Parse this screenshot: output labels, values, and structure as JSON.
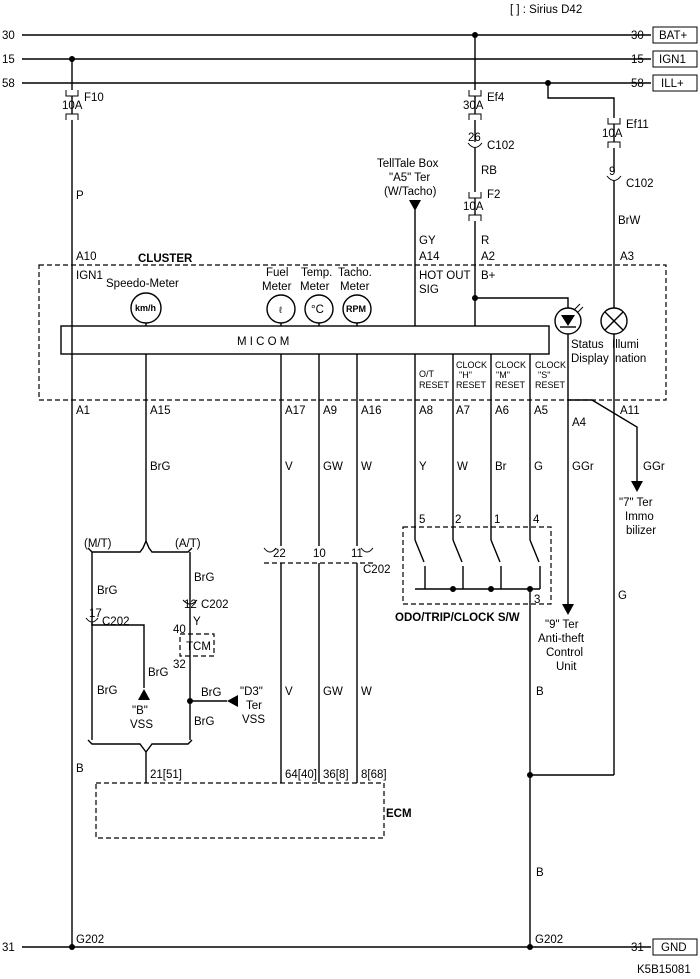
{
  "header": {
    "legend": "[ ] : Sirius D42"
  },
  "rails": [
    {
      "num_left": "30",
      "num_right": "30",
      "label": "BAT+"
    },
    {
      "num_left": "15",
      "num_right": "15",
      "label": "IGN1"
    },
    {
      "num_left": "58",
      "num_right": "58",
      "label": "ILL+"
    },
    {
      "num_left": "31",
      "num_right": "31",
      "label": "GND"
    }
  ],
  "fuses": {
    "f10": {
      "name": "F10",
      "rating": "10A"
    },
    "ef4": {
      "name": "Ef4",
      "rating": "30A"
    },
    "f2": {
      "name": "F2",
      "rating": "10A"
    },
    "ef11": {
      "name": "Ef11",
      "rating": "10A"
    }
  },
  "connectors": {
    "c102a": {
      "pin": "26",
      "name": "C102"
    },
    "c102b": {
      "pin": "9",
      "name": "C102"
    },
    "c202_vss": {
      "pin": "17",
      "name": "C202"
    },
    "c202_tcm": {
      "pin": "12",
      "name": "C202"
    },
    "c202_main": {
      "name": "C202",
      "pins": [
        "22",
        "10",
        "11"
      ]
    }
  },
  "wires": {
    "p": "P",
    "rb": "RB",
    "r": "R",
    "brw": "BrW",
    "gy": "GY",
    "brg": "BrG",
    "v": "V",
    "gw": "GW",
    "w": "W",
    "y": "Y",
    "br": "Br",
    "g": "G",
    "ggr": "GGr",
    "b": "B"
  },
  "telltale": {
    "line1": "TellTale Box",
    "line2": "\"A5\" Ter",
    "line3": "(W/Tacho)"
  },
  "cluster": {
    "title": "CLUSTER",
    "micom": "M I C O M",
    "pins_top": {
      "a10": "A10",
      "a14": "A14",
      "a2": "A2",
      "a3": "A3"
    },
    "ign1": "IGN1",
    "hot_out": "HOT OUT",
    "sig": "SIG",
    "bplus": "B+",
    "speedo": "Speedo-Meter",
    "speedo_unit": "km/h",
    "fuel1": "Fuel",
    "fuel2": "Meter",
    "temp1": "Temp.",
    "temp2": "Meter",
    "tacho1": "Tacho.",
    "tacho2": "Meter",
    "temp_unit": "°C",
    "rpm_unit": "RPM",
    "status1": "Status",
    "status2": "Display",
    "illum1": "Illumi",
    "illum2": "nation",
    "reset_labels": [
      {
        "l1": "O/T",
        "l2": "RESET"
      },
      {
        "l1": "CLOCK",
        "l2": "\"H\"",
        "l3": "RESET"
      },
      {
        "l1": "CLOCK",
        "l2": "\"M\"",
        "l3": "RESET"
      },
      {
        "l1": "CLOCK",
        "l2": "\"S\"",
        "l3": "RESET"
      }
    ],
    "pins_bottom": {
      "a1": "A1",
      "a15": "A15",
      "a17": "A17",
      "a9": "A9",
      "a16": "A16",
      "a8": "A8",
      "a7": "A7",
      "a6": "A6",
      "a5": "A5",
      "a4": "A4",
      "a11": "A11"
    }
  },
  "switch": {
    "title": "ODO/TRIP/CLOCK S/W",
    "pins": [
      "5",
      "2",
      "1",
      "4"
    ],
    "pin_gnd": "3"
  },
  "antitheft": {
    "l1": "\"9\" Ter",
    "l2": "Anti-theft",
    "l3": "Control",
    "l4": "Unit"
  },
  "immo": {
    "l1": "\"7\" Ter",
    "l2": "Immo",
    "l3": "bilizer"
  },
  "trans": {
    "mt": "(M/T)",
    "at": "(A/T)"
  },
  "tcm": {
    "name": "TCM",
    "pin40": "40",
    "pin32": "32"
  },
  "vss_b": {
    "l1": "\"B\"",
    "l2": "VSS"
  },
  "vss_d3": {
    "l1": "\"D3\"",
    "l2": "Ter",
    "l3": "VSS"
  },
  "ecm": {
    "name": "ECM",
    "pins": [
      "21[51]",
      "64[40]",
      "36[8]",
      "8[68]"
    ]
  },
  "ground": {
    "g202_left": "G202",
    "g202_right": "G202"
  },
  "footer": {
    "code": "K5B15081"
  }
}
